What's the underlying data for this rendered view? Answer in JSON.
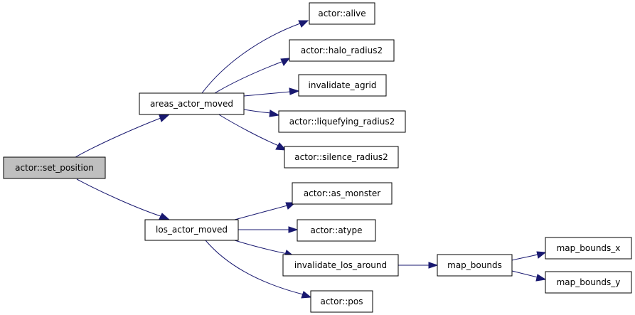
{
  "diagram": {
    "type": "call-graph",
    "colors": {
      "edge": "#191970",
      "root_fill": "#bfbfbf",
      "node_fill": "#ffffff",
      "node_border": "#000000"
    },
    "nodes": {
      "set_position": {
        "label": "actor::set_position"
      },
      "areas_actor_moved": {
        "label": "areas_actor_moved"
      },
      "los_actor_moved": {
        "label": "los_actor_moved"
      },
      "alive": {
        "label": "actor::alive"
      },
      "halo_radius2": {
        "label": "actor::halo_radius2"
      },
      "invalidate_agrid": {
        "label": "invalidate_agrid"
      },
      "liquefying_radius2": {
        "label": "actor::liquefying_radius2"
      },
      "silence_radius2": {
        "label": "actor::silence_radius2"
      },
      "as_monster": {
        "label": "actor::as_monster"
      },
      "atype": {
        "label": "actor::atype"
      },
      "invalidate_los_around": {
        "label": "invalidate_los_around"
      },
      "pos": {
        "label": "actor::pos"
      },
      "map_bounds": {
        "label": "map_bounds"
      },
      "map_bounds_x": {
        "label": "map_bounds_x"
      },
      "map_bounds_y": {
        "label": "map_bounds_y"
      }
    },
    "edges": [
      {
        "from": "set_position",
        "to": "areas_actor_moved"
      },
      {
        "from": "set_position",
        "to": "los_actor_moved"
      },
      {
        "from": "areas_actor_moved",
        "to": "alive"
      },
      {
        "from": "areas_actor_moved",
        "to": "halo_radius2"
      },
      {
        "from": "areas_actor_moved",
        "to": "invalidate_agrid"
      },
      {
        "from": "areas_actor_moved",
        "to": "liquefying_radius2"
      },
      {
        "from": "areas_actor_moved",
        "to": "silence_radius2"
      },
      {
        "from": "los_actor_moved",
        "to": "as_monster"
      },
      {
        "from": "los_actor_moved",
        "to": "atype"
      },
      {
        "from": "los_actor_moved",
        "to": "invalidate_los_around"
      },
      {
        "from": "los_actor_moved",
        "to": "pos"
      },
      {
        "from": "invalidate_los_around",
        "to": "map_bounds"
      },
      {
        "from": "map_bounds",
        "to": "map_bounds_x"
      },
      {
        "from": "map_bounds",
        "to": "map_bounds_y"
      }
    ]
  }
}
